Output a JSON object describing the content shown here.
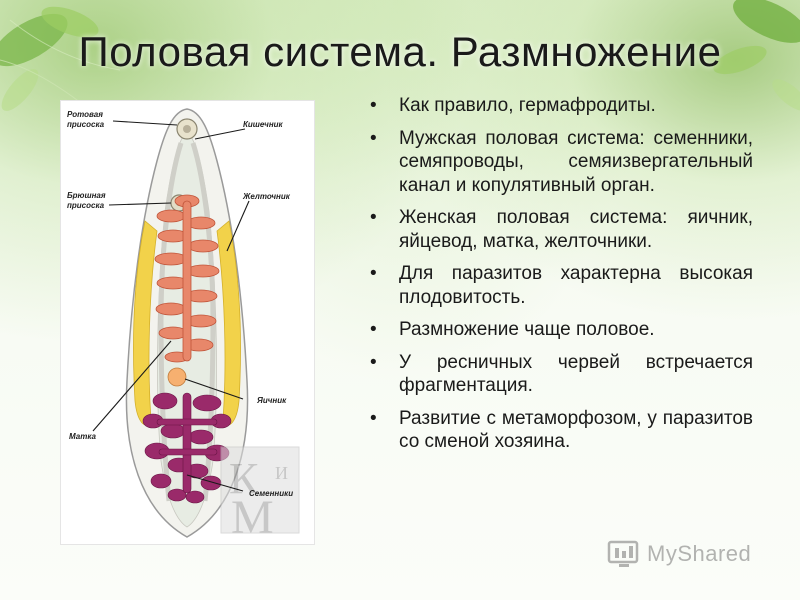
{
  "slide": {
    "title": "Половая система. Размножение",
    "bullets": [
      "Как правило, гермафродиты.",
      "Мужская половая система: семенники, семяпроводы, семяизвергательный канал и копулятивный орган.",
      "Женская половая система: яичник, яйцевод, матка, желточники.",
      "Для паразитов характерна высокая плодовитость.",
      "Размножение чаще половое.",
      "У ресничных червей встречается фрагментация.",
      "Развитие с метаморфозом, у паразитов со сменой хозяина."
    ],
    "bullet_symbol": "•"
  },
  "figure": {
    "labels": {
      "oral_sucker_1": "Ротовая",
      "oral_sucker_2": "присоска",
      "intestine": "Кишечник",
      "ventral_sucker_1": "Брюшная",
      "ventral_sucker_2": "присоска",
      "vitellarium": "Желточник",
      "ovary": "Яичник",
      "uterus": "Матка",
      "testes": "Семенники"
    },
    "logo_letters": {
      "k": "К",
      "i": "И",
      "m": "М"
    }
  },
  "watermark": {
    "text": "MyShared"
  },
  "colors": {
    "background_green": "#8fc45a",
    "uterus_orange": "#e8876a",
    "testes_purple": "#9a2a6a",
    "vitellarium_yellow": "#f2d24a"
  }
}
